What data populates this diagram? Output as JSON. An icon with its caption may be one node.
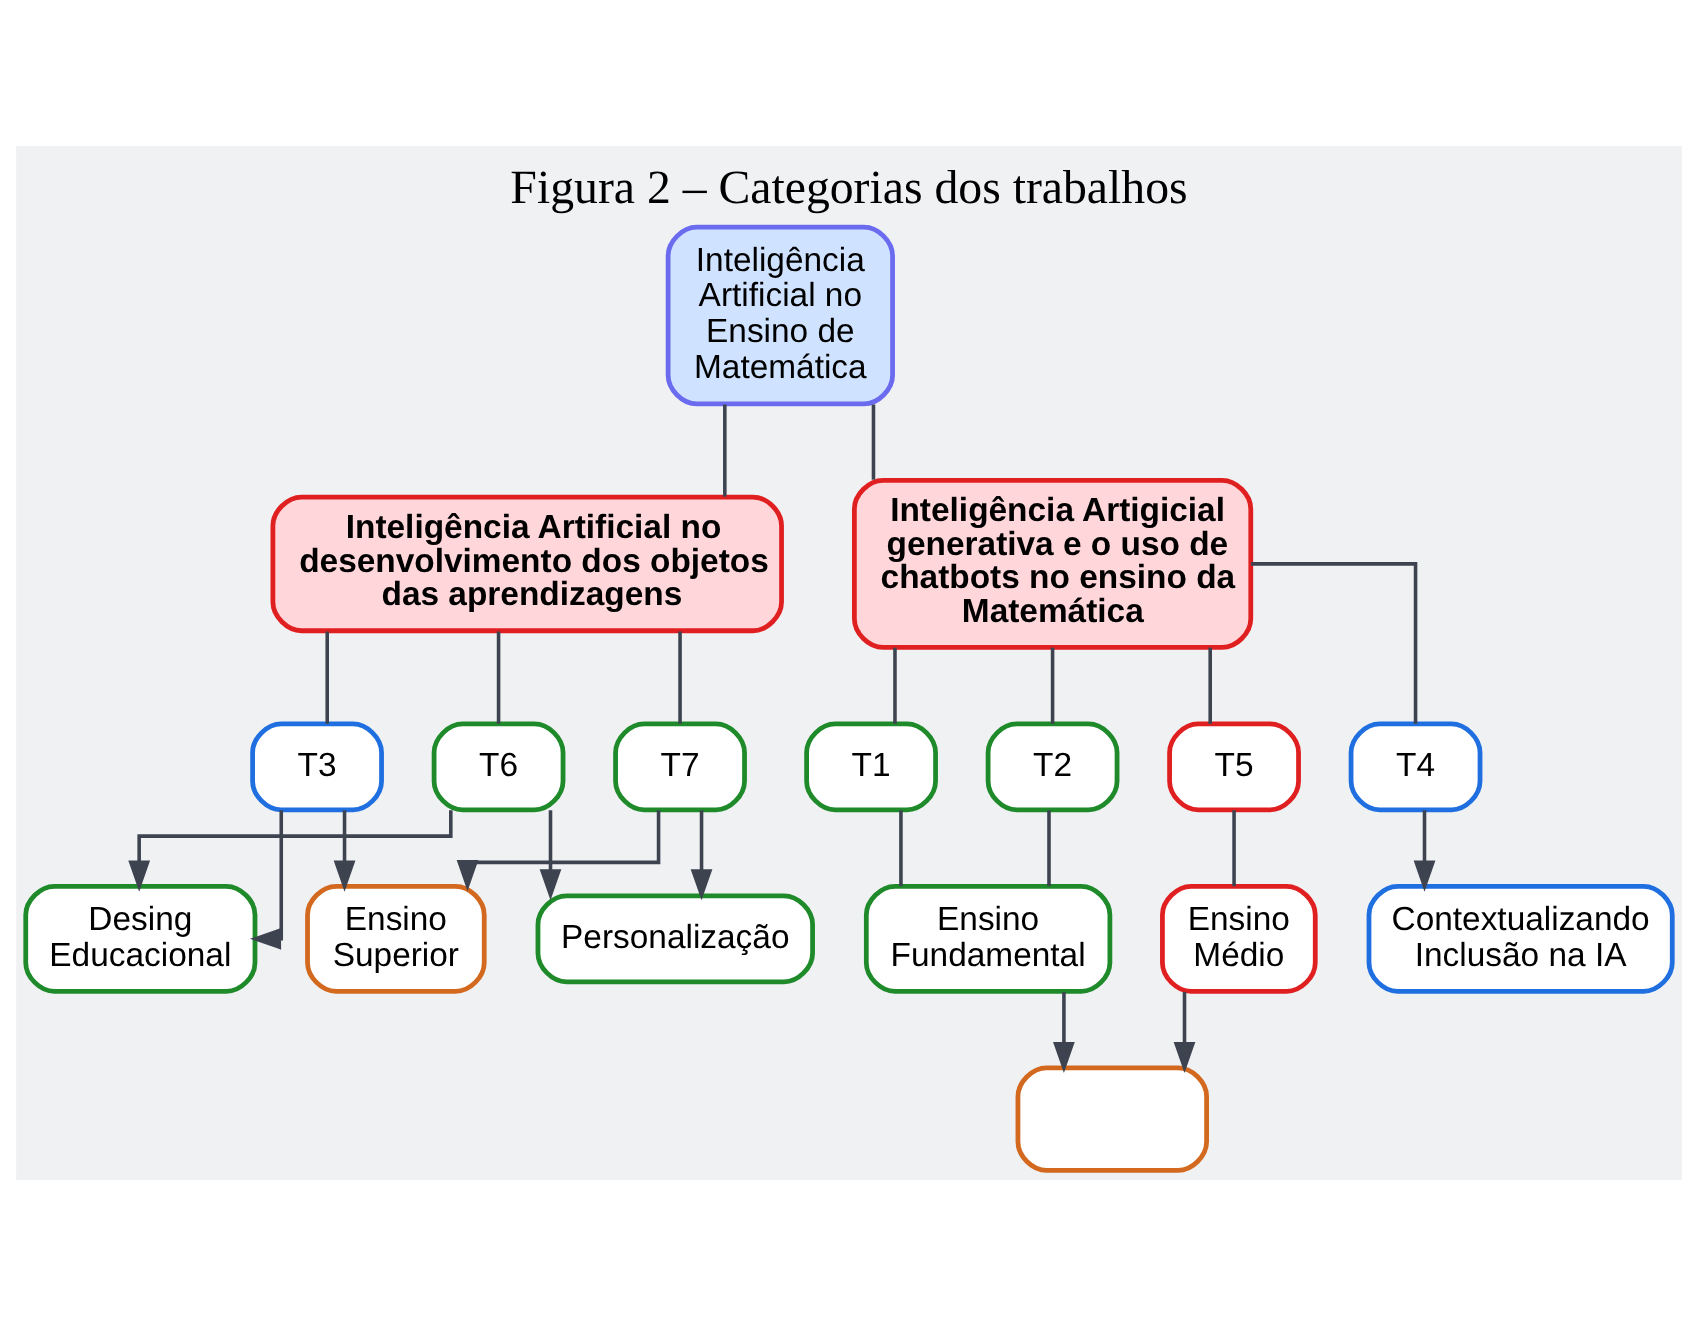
{
  "diagram": {
    "title": "Figura 2 – Categorias dos trabalhos",
    "nodes": [
      {
        "text": [
          "Inteligência Artificial no Ensino de Matemática"
        ]
      },
      {
        "text": [
          "Inteligência Artificial no desenvolvimento dos objetos das aprendizagens"
        ]
      },
      {
        "text": [
          "Inteligência Artigicial generativa e o uso de chatbots no ensino da Matemática"
        ]
      },
      {
        "text": [
          "T3"
        ]
      },
      {
        "text": [
          "T6"
        ]
      },
      {
        "text": [
          "T7"
        ]
      },
      {
        "text": [
          "T1"
        ]
      },
      {
        "text": [
          "T2"
        ]
      },
      {
        "text": [
          "T5"
        ]
      },
      {
        "text": [
          "T4"
        ]
      },
      {
        "text": [
          "Desing Educacional"
        ]
      },
      {
        "text": [
          "Personalização"
        ]
      },
      {
        "text": [
          "Ensino Superior"
        ]
      },
      {
        "text": [
          "Ensino Fundamental"
        ]
      },
      {
        "text": [
          "Ensino Médio"
        ]
      },
      {
        "text": [],
        "shape": "box"
      },
      {
        "text": [
          "Contextualizando Inclusão na IA"
        ]
      }
    ],
    "edges": [
      {
        "from": 0,
        "to": 1,
        "arrow": "none"
      },
      {
        "from": 0,
        "to": 2,
        "arrow": "none"
      },
      {
        "from": 1,
        "to": 3,
        "arrow": "none"
      },
      {
        "from": 1,
        "to": 4,
        "arrow": "none"
      },
      {
        "from": 1,
        "to": 5,
        "arrow": "none"
      },
      {
        "from": 2,
        "to": 6,
        "arrow": "none"
      },
      {
        "from": 2,
        "to": 7,
        "arrow": "none"
      },
      {
        "from": 2,
        "to": 8,
        "arrow": "none"
      },
      {
        "from": 2,
        "to": 9,
        "arrow": "none"
      },
      {
        "from": 3,
        "to": 10,
        "arrow": "to"
      },
      {
        "from": 3,
        "to": 12,
        "arrow": "to"
      },
      {
        "from": 4,
        "to": 10,
        "arrow": "to"
      },
      {
        "from": 4,
        "to": 11,
        "arrow": "to"
      },
      {
        "from": 5,
        "to": 11,
        "arrow": "to"
      },
      {
        "from": 5,
        "to": 12,
        "arrow": "to"
      },
      {
        "from": 6,
        "to": 13,
        "arrow": "none"
      },
      {
        "from": 7,
        "to": 13,
        "arrow": "none"
      },
      {
        "from": 8,
        "to": 14,
        "arrow": "none"
      },
      {
        "from": 13,
        "to": 15,
        "arrow": "to"
      },
      {
        "from": 14,
        "to": 15,
        "arrow": "to"
      },
      {
        "from": 9,
        "to": 16,
        "arrow": "to"
      }
    ]
  }
}
